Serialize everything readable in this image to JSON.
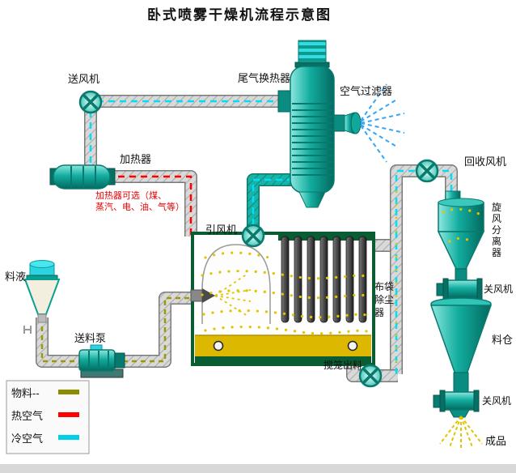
{
  "title": "卧式喷雾干燥机流程示意图",
  "labels": {
    "supply_fan": "送风机",
    "exhaust_heat_exchanger": "尾气换热器",
    "air_filter": "空气过滤器",
    "heater": "加热器",
    "heater_note_lines": [
      "加热器可选（煤、",
      "蒸汽、电、油、气等）"
    ],
    "induced_fan": "引风机",
    "recovery_fan": "回收风机",
    "cyclone_chars": [
      "旋",
      "风",
      "分",
      "离",
      "器"
    ],
    "feed_liquid": "料液",
    "feed_pump": "送料泵",
    "bag_filter_lines": [
      "布袋",
      "除尘",
      "器"
    ],
    "airlock_top": "关风机",
    "silo": "料仓",
    "auger_discharge": "搅笼出料",
    "airlock_bottom": "关风机",
    "product": "成品"
  },
  "legend": {
    "material": {
      "label": "物料--",
      "color": "#8b8b00"
    },
    "hot_air": {
      "label": "热空气",
      "color": "#ff0000"
    },
    "cold_air": {
      "label": "冷空气",
      "color": "#00cfe8"
    }
  },
  "colors": {
    "equipment_teal": "#00a093",
    "duct_gray": "#d9d9d9",
    "chamber_green": "#0a5c33",
    "particle_yellow": "#e2c400",
    "hot_air": "#ff0000",
    "cold_air": "#00dff5",
    "material": "#9a9a00"
  }
}
